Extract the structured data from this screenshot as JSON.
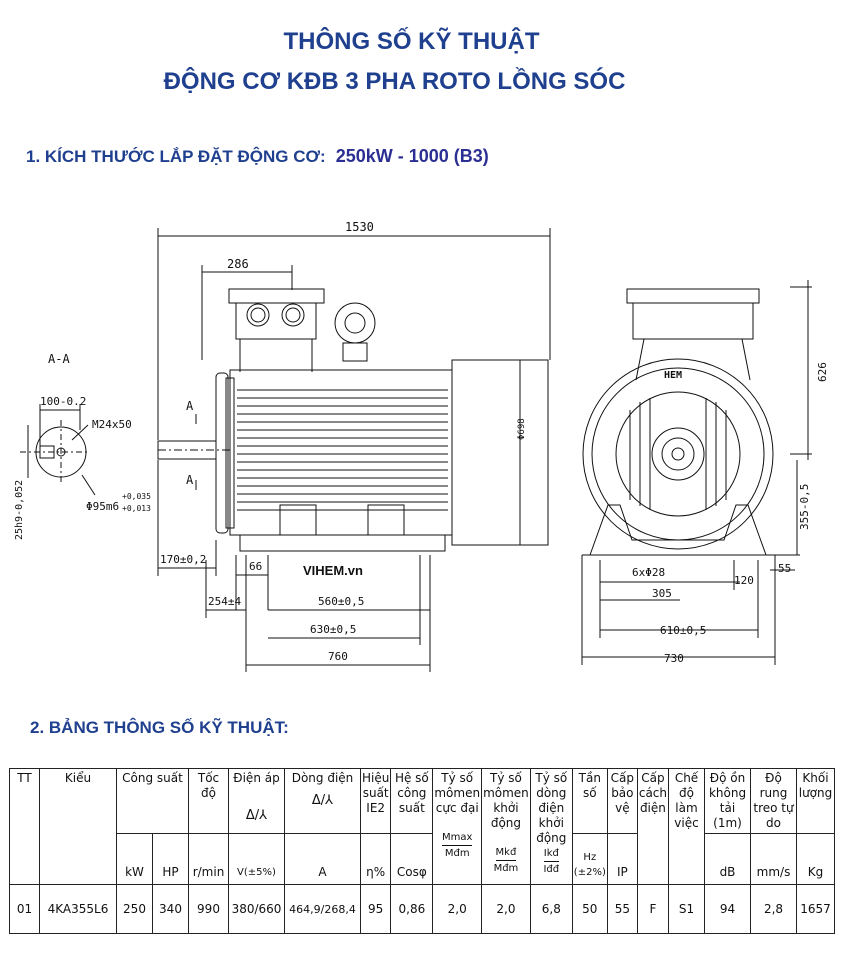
{
  "title_line1": "THÔNG SỐ KỸ THUẬT",
  "title_line2": "ĐỘNG CƠ KĐB 3 PHA ROTO LỒNG SÓC",
  "section1": {
    "label": "1. KÍCH THƯỚC LẮP ĐẶT ĐỘNG CƠ:",
    "model": "250kW - 1000 (B3)"
  },
  "section2": {
    "label": "2. BẢNG THÔNG SỐ KỸ THUẬT:"
  },
  "drawing": {
    "watermark": "VIHEM.vn",
    "brand": "HEM",
    "section_label": "A-A",
    "section_mark": "A",
    "dims": {
      "overall_length": "1530",
      "terminal_box": "286",
      "key_width": "100-0.2",
      "thread": "M24x50",
      "shaft_dia": "Φ95m6",
      "shaft_tol_upper": "+0,035",
      "shaft_tol_lower": "+0,013",
      "key_height": "25h9-0,052",
      "shaft_ext": "170±0,2",
      "foot_offset": "66",
      "c_dim": "254±4",
      "b_dim": "560±0,5",
      "bb_dim": "630±0,5",
      "foot_length": "760",
      "frame_dia": "Φ698",
      "height_box": "626",
      "shaft_height": "355-0,5",
      "bolt_holes": "6xΦ28",
      "foot_edge": "120",
      "foot_thick": "55",
      "half_width": "305",
      "a_dim": "610±0,5",
      "total_width": "730"
    }
  },
  "table": {
    "headers": {
      "tt": "TT",
      "kieu": "Kiểu",
      "cong_suat": "Công suất",
      "toc_do": "Tốc độ",
      "dien_ap": "Điện áp",
      "dien_ap_sym": "Δ/⅄",
      "dong_dien": "Dòng điện",
      "dong_dien_sym": "Δ/⅄",
      "hieu_suat": "Hiệu suất IE2",
      "he_so_cong_suat": "Hệ số công suất",
      "mm_cuc_dai": "Tỷ số mômen cực đại",
      "mm_khoi_dong": "Tỷ số mômen khởi động",
      "dong_khoi_dong": "Tỷ số dòng điện khởi động",
      "tan_so": "Tần số",
      "cap_bao_ve": "Cấp bảo vệ",
      "cap_cach_dien": "Cấp cách điện",
      "che_do": "Chế độ làm việc",
      "do_on": "Độ ồn không tải (1m)",
      "do_rung": "Độ rung treo tự do",
      "khoi_luong": "Khối lượng"
    },
    "units": [
      "kW",
      "HP",
      "r/min",
      "V(±5%)",
      "A",
      "η%",
      "Cosφ",
      "Mmax/Mđm",
      "Mkđ/Mđm",
      "Ikđ/Iđđ",
      "Hz (±2%)",
      "IP",
      "dB",
      "mm/s",
      "Kg"
    ],
    "tan_so_unit_top": "Hz",
    "tan_so_unit_bottom": "(±2%)",
    "mmax": {
      "num": "Mmax",
      "den": "Mđm"
    },
    "mkd": {
      "num": "Mkđ",
      "den": "Mđm"
    },
    "ikd": {
      "num": "Ikđ",
      "den": "Iđđ"
    },
    "row": {
      "tt": "01",
      "kieu": "4KA355L6",
      "kw": "250",
      "hp": "340",
      "rpm": "990",
      "voltage": "380/660",
      "current": "464,9/268,4",
      "eff": "95",
      "cos": "0,86",
      "mmax": "2,0",
      "mkd": "2,0",
      "ikd": "6,8",
      "hz": "50",
      "ip": "55",
      "ins": "F",
      "duty": "S1",
      "noise": "94",
      "vib": "2,8",
      "mass": "1657"
    }
  }
}
